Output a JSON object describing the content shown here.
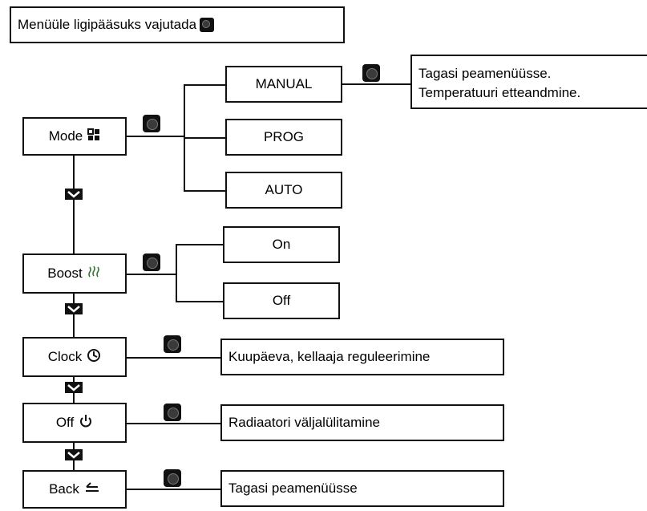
{
  "header": {
    "text": "Menüüle ligipääsuks vajutada"
  },
  "menu": {
    "mode": "Mode",
    "boost": "Boost",
    "clock": "Clock",
    "off": "Off",
    "back": "Back"
  },
  "mode_options": {
    "manual": "MANUAL",
    "prog": "PROG",
    "auto": "AUTO"
  },
  "boost_options": {
    "on": "On",
    "off": "Off"
  },
  "manual_note": {
    "line1": "Tagasi peamenüüsse.",
    "line2": "Temperatuuri etteandmine."
  },
  "descriptions": {
    "clock": "Kuupäeva, kellaaja reguleerimine",
    "off": "Radiaatori väljalülitamine",
    "back": "Tagasi peamenüüsse"
  },
  "icons": [
    "ok-button-icon",
    "mode-grid-icon",
    "boost-heat-icon",
    "clock-icon",
    "power-icon",
    "back-arrow-icon",
    "down-chevron-icon"
  ]
}
